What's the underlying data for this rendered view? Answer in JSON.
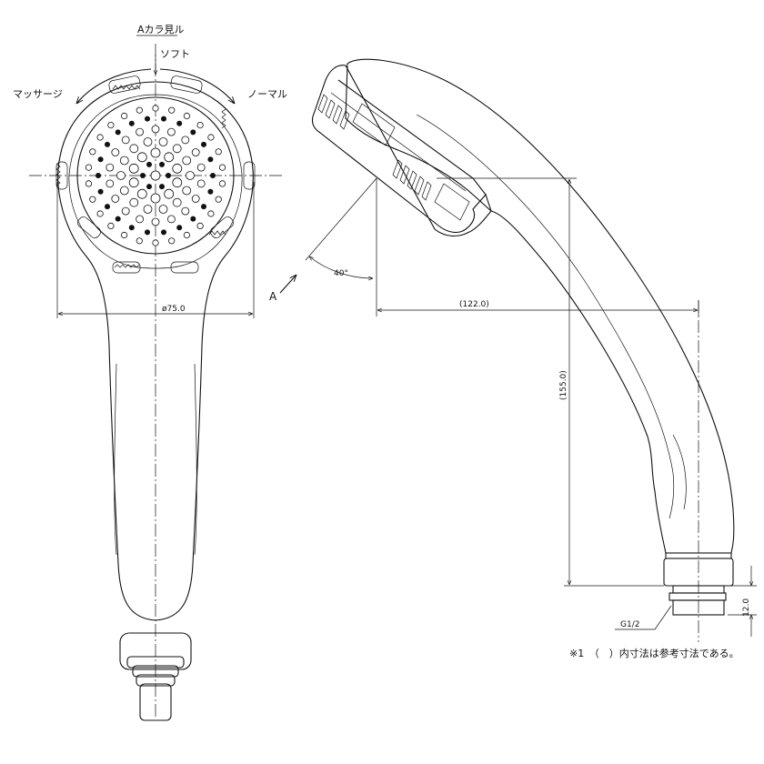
{
  "view_label": "Aカラ見ル",
  "modes": {
    "soft": "ソフト",
    "massage": "マッサージ",
    "normal": "ノーマル"
  },
  "dimensions": {
    "diameter": "ø75.0",
    "angle": "40°",
    "arrow_label": "A",
    "depth": "(122.0)",
    "height": "(155.0)",
    "thread_len": "12.0",
    "thread": "G1/2"
  },
  "note": "※1　（　）内寸法は参考寸法である。"
}
